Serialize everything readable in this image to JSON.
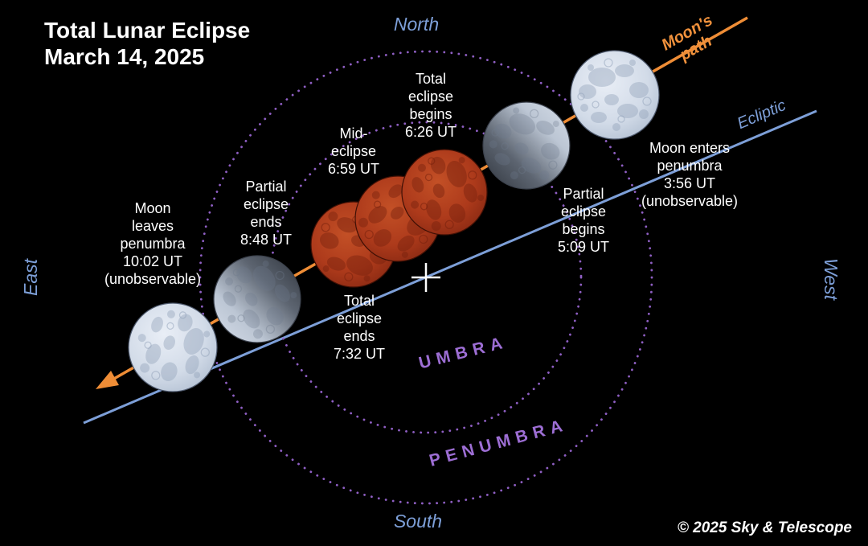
{
  "title": {
    "line1": "Total Lunar Eclipse",
    "line2": "March 14, 2025"
  },
  "compass": {
    "north": "North",
    "south": "South",
    "east": "East",
    "west": "West"
  },
  "lines": {
    "moons_path": [
      "Moon's",
      "path"
    ],
    "ecliptic": "Ecliptic"
  },
  "shadows": {
    "umbra": "UMBRA",
    "penumbra": "PENUMBRA"
  },
  "events": {
    "enters_penumbra": {
      "lines": [
        "Moon enters",
        "penumbra",
        "3:56 UT",
        "(unobservable)"
      ]
    },
    "partial_begins": {
      "lines": [
        "Partial",
        "eclipse",
        "begins",
        "5:09 UT"
      ]
    },
    "total_begins": {
      "lines": [
        "Total",
        "eclipse",
        "begins",
        "6:26 UT"
      ]
    },
    "mid_eclipse": {
      "lines": [
        "Mid-",
        "eclipse",
        "6:59 UT"
      ]
    },
    "total_ends": {
      "lines": [
        "Total",
        "eclipse",
        "ends",
        "7:32 UT"
      ]
    },
    "partial_ends": {
      "lines": [
        "Partial",
        "eclipse",
        "ends",
        "8:48 UT"
      ]
    },
    "leaves_penumbra": {
      "lines": [
        "Moon",
        "leaves",
        "penumbra",
        "10:02 UT",
        "(unobservable)"
      ]
    }
  },
  "copyright": "© 2025 Sky & Telescope",
  "colors": {
    "background": "#000000",
    "path_orange": "#ef8d36",
    "ecliptic_blue": "#7d9fd8",
    "shadow_purple": "#8f5fc4",
    "shadow_text_purple": "#9d6ed4",
    "text_white": "#ffffff",
    "moon_red": "#ad3a1b",
    "moon_gray": "#d2dbe8"
  }
}
